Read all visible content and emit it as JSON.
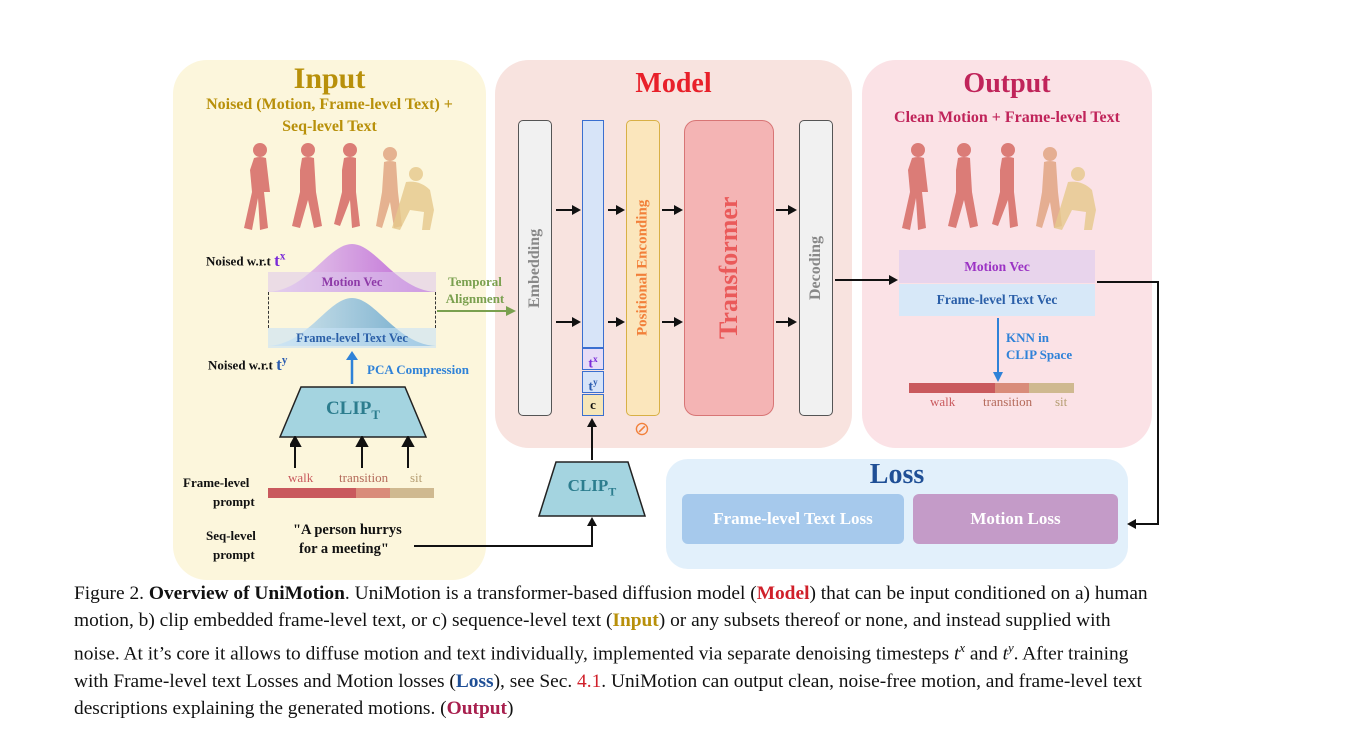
{
  "input": {
    "title": "Input",
    "subtitle_line1": "Noised (Motion, Frame-level Text) +",
    "subtitle_line2": "Seq-level Text",
    "noised_tx_label": "Noised w.r.t ",
    "noised_tx_sym": "t",
    "noised_tx_sup": "x",
    "noised_ty_label": "Noised w.r.t ",
    "noised_ty_sym": "t",
    "noised_ty_sup": "y",
    "motion_vec": "Motion Vec",
    "frame_text_vec": "Frame-level Text Vec",
    "pca": "PCA Compression",
    "clip_label": "CLIP",
    "clip_sub": "T",
    "walk": "walk",
    "transition": "transition",
    "sit": "sit",
    "frame_prompt_line1": "Frame-level",
    "frame_prompt_line2": "prompt",
    "seq_prompt_line1": "Seq-level",
    "seq_prompt_line2": "prompt",
    "seq_text_line1": "\"A person hurrys",
    "seq_text_line2": "for a meeting\""
  },
  "temporal": {
    "line1": "Temporal",
    "line2": "Alignment"
  },
  "model": {
    "title": "Model",
    "embedding": "Embedding",
    "positional": "Positional Enconding",
    "transformer": "Transformer",
    "decoding": "Decoding",
    "tx_sym": "t",
    "tx_sup": "x",
    "ty_sym": "t",
    "ty_sup": "y",
    "c_token": "c",
    "dropout_symbol": "⊘",
    "clip_label": "CLIP",
    "clip_sub": "T"
  },
  "output": {
    "title": "Output",
    "subtitle": "Clean Motion + Frame-level Text",
    "motion_vec": "Motion Vec",
    "frame_text_vec": "Frame-level Text Vec",
    "knn_line1": "KNN in",
    "knn_line2": "CLIP Space",
    "walk": "walk",
    "transition": "transition",
    "sit": "sit"
  },
  "loss": {
    "title": "Loss",
    "frame_text_loss": "Frame-level Text Loss",
    "motion_loss": "Motion Loss"
  },
  "caption": {
    "l1_a": "Figure 2. ",
    "l1_b": "Overview of UniMotion",
    "l1_c": ". UniMotion is a transformer-based diffusion model (",
    "l1_d": "Model",
    "l1_e": ") that can be input conditioned on a) human",
    "l2_a": "motion, b) clip embedded frame-level text, or c) sequence-level text (",
    "l2_b": "Input",
    "l2_c": ") or any subsets thereof or none, and instead supplied with",
    "l3_a": "noise. At it’s core it allows to diffuse motion and text individually, implemented via separate denoising timesteps ",
    "l3_tx": "t",
    "l3_tx_sup": "x",
    "l3_and": " and ",
    "l3_ty": "t",
    "l3_ty_sup": "y",
    "l3_b": ". After training",
    "l4_a": "with Frame-level text Losses and Motion losses (",
    "l4_b": "Loss",
    "l4_c": "), see Sec. ",
    "l4_ref": "4.1",
    "l4_d": ". UniMotion can output clean, noise-free motion, and frame-level text",
    "l5_a": "descriptions explaining the generated motions. (",
    "l5_b": "Output",
    "l5_c": ")"
  },
  "colors": {
    "input_bg": "#fcf6dc",
    "model_bg": "#f8e3df",
    "output_bg": "#fbe2e6",
    "loss_bg": "#e2f0fb",
    "input_title": "#b8900a",
    "model_title": "#e8202a",
    "output_title": "#c0245a",
    "loss_title": "#1f4f96",
    "walk": "#c9595d",
    "transition": "#d98c7a",
    "sit": "#cfb990",
    "clip": "#a4d4e0",
    "transformer": "#f4b4b4",
    "positional": "#fbe6bc",
    "blue_arrow": "#2f82d8",
    "green_arrow": "#7aa04f"
  }
}
